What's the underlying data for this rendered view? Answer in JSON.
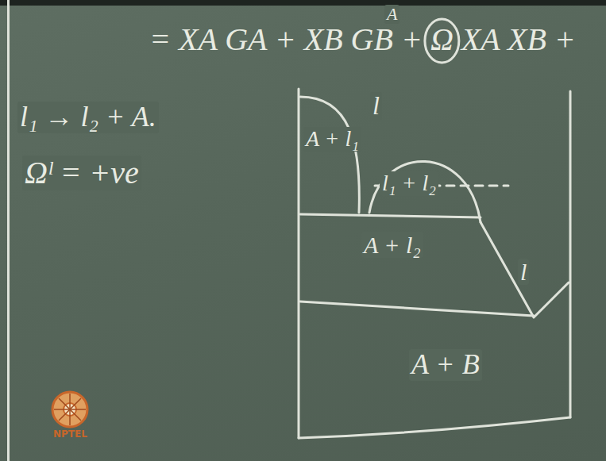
{
  "diagram": {
    "labels": [
      "A",
      "= XA GA + XB GB + Ω XA XB +",
      "l",
      "A + l₁",
      "l₁ + l₂",
      "A + l₂",
      "l",
      "A + B",
      "l₁ → l₂ + A.",
      "Ωˡ = +ve",
      "NPTEL"
    ]
  }
}
